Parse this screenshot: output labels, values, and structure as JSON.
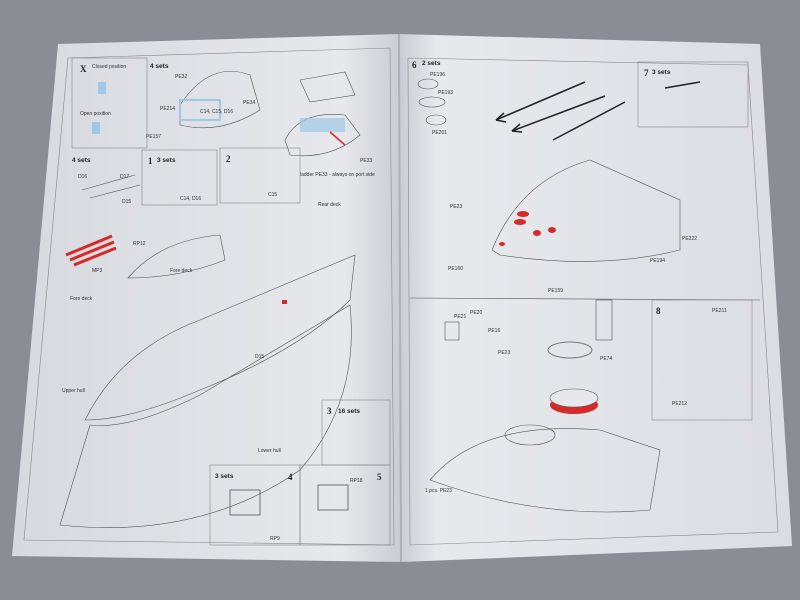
{
  "left_page": {
    "step_x": {
      "number": "X",
      "closed": "Closed position",
      "open": "Open position"
    },
    "turret_header": "4 sets",
    "ladder_note": "ladder PE33 - always on port side",
    "guns_header": "4 sets",
    "step1": {
      "number": "1",
      "sets": "3 sets"
    },
    "step2": {
      "number": "2"
    },
    "rear_deck": "Rear deck",
    "fore_deck_detail": "Fore deck",
    "fore_deck": "Fore deck",
    "upper_hull": "Upper hull",
    "lower_hull": "Lower hull",
    "step3": {
      "number": "3",
      "sets": "16 sets"
    },
    "step4": {
      "number": "4",
      "sets": "3 sets"
    },
    "step5": {
      "number": "5"
    },
    "parts": [
      "PE32",
      "PE214",
      "C14, C15, D16",
      "PE34",
      "PE157",
      "PE33",
      "D16",
      "D17",
      "D15",
      "C14, D16",
      "C15",
      "MP3",
      "RP12",
      "D15",
      "RP9",
      "RP18"
    ]
  },
  "right_page": {
    "step6": {
      "number": "6",
      "sets": "2 sets"
    },
    "step7": {
      "number": "7",
      "sets": "3 sets"
    },
    "step8": {
      "number": "8"
    },
    "parts": [
      "PE196",
      "PE193",
      "PE201",
      "PE23",
      "PE160",
      "PE159",
      "PE222",
      "PE194",
      "PE21",
      "PE20",
      "PE16",
      "PE23",
      "PE74",
      "PE211",
      "PE212"
    ],
    "note": "1 pcs. PE23"
  },
  "colors": {
    "background": "#8a8d94",
    "paper": "#e3e5ea",
    "highlight_red": "#d42a2a",
    "highlight_blue": "#9ec8e6"
  }
}
